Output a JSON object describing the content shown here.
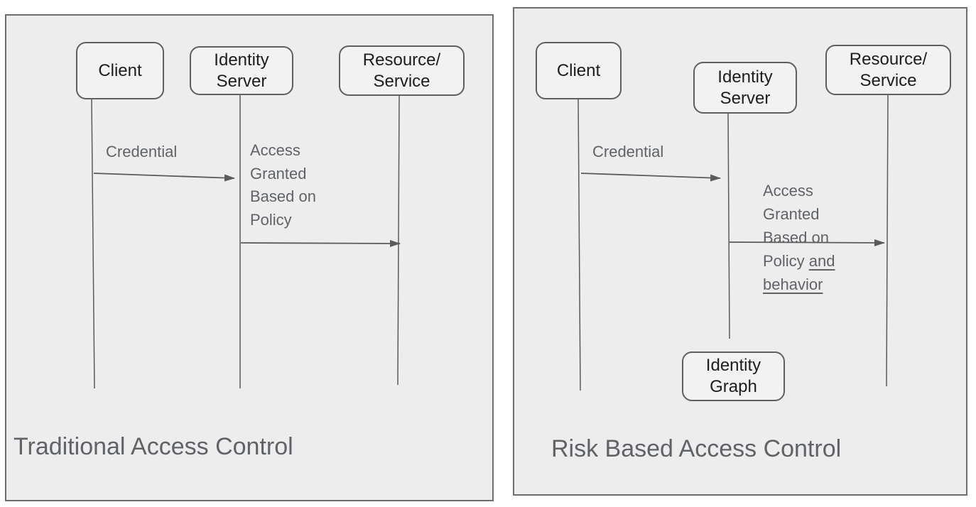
{
  "colors": {
    "page_bg": "#ffffff",
    "panel_bg": "#ededed",
    "panel_border": "#6e6e6e",
    "actor_box_bg": "#f2f2f2",
    "actor_box_border": "#5f5f5f",
    "connector_line": "#5a5a5a",
    "message_text": "#5f6368",
    "actor_text": "#1d1d1d",
    "title_text": "#5f6368"
  },
  "left_panel": {
    "title": "Traditional Access Control",
    "actors": {
      "client": {
        "lines": [
          "Client"
        ]
      },
      "identity_server": {
        "lines": [
          "Identity",
          "Server"
        ]
      },
      "resource_service": {
        "lines": [
          "Resource/",
          "Service"
        ]
      }
    },
    "messages": {
      "credential": "Credential",
      "access": {
        "lines": [
          "Access",
          "Granted",
          "Based on",
          "Policy"
        ]
      }
    }
  },
  "right_panel": {
    "title": "Risk Based Access Control",
    "actors": {
      "client": {
        "lines": [
          "Client"
        ]
      },
      "identity_server": {
        "lines": [
          "Identity",
          "Server"
        ]
      },
      "resource_service": {
        "lines": [
          "Resource/",
          "Service"
        ]
      },
      "identity_graph": {
        "lines": [
          "Identity",
          "Graph"
        ]
      }
    },
    "messages": {
      "credential": "Credential",
      "access": {
        "lines_plain": [
          "Access",
          "Granted",
          "Based on"
        ],
        "line4_plain": "Policy ",
        "line4_underlined": "and",
        "line5_underlined": "behavior"
      }
    }
  }
}
